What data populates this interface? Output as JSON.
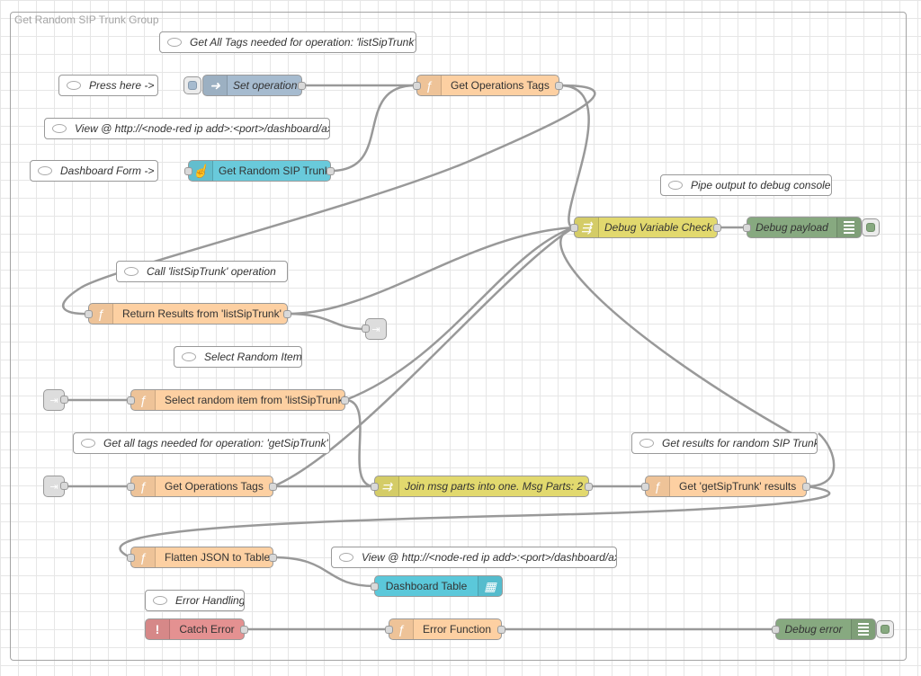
{
  "group": {
    "label": "Get Random SIP Trunk Group"
  },
  "comments": {
    "get_all_tags": "Get All Tags needed for operation: 'listSipTrunk'",
    "press_here": "Press here ->",
    "view_axl_1": "View @ http://<node-red ip add>:<port>/dashboard/axl",
    "dashboard_form": "Dashboard Form ->",
    "pipe_output": "Pipe output to debug console",
    "call_list": "Call 'listSipTrunk' operation",
    "select_random": "Select Random Item",
    "get_tags_get": "Get all tags needed for operation: 'getSipTrunk'",
    "get_results": "Get results for random SIP Trunk",
    "view_axl_2": "View @ http://<node-red ip add>:<port>/dashboard/axl",
    "error_handling": "Error Handling"
  },
  "nodes": {
    "set_operation": "Set operation",
    "get_ops_tags_1": "Get Operations Tags",
    "get_random_sip": "Get Random SIP Trunk",
    "debug_var_check": "Debug Variable Check",
    "debug_payload": "Debug payload",
    "return_results": "Return Results from 'listSipTrunk'",
    "select_random_item": "Select random item from 'listSipTrunk'",
    "get_ops_tags_2": "Get Operations Tags",
    "join_msg": "Join msg parts into one. Msg Parts: 2",
    "get_sip_results": "Get 'getSipTrunk' results",
    "flatten_json": "Flatten JSON to Table",
    "dashboard_table": "Dashboard Table",
    "catch_error": "Catch Error",
    "error_function": "Error Function",
    "debug_error": "Debug error"
  },
  "icons": {
    "function": "function-icon",
    "inject": "arrow-right-icon",
    "button": "hand-pointer-icon",
    "switch": "switch-icon",
    "join": "join-icon",
    "debug": "debug-lines-icon",
    "table": "table-grid-icon",
    "catch": "exclamation-icon",
    "link": "link-icon",
    "comment": "speech-bubble-icon"
  },
  "colors": {
    "function": "#fdd0a2",
    "inject": "#a6bbcf",
    "button": "#69cadb",
    "switch": "#e2d96e",
    "debug": "#87a980",
    "table": "#5bc8da",
    "catch": "#e49191",
    "wire": "#999999"
  }
}
